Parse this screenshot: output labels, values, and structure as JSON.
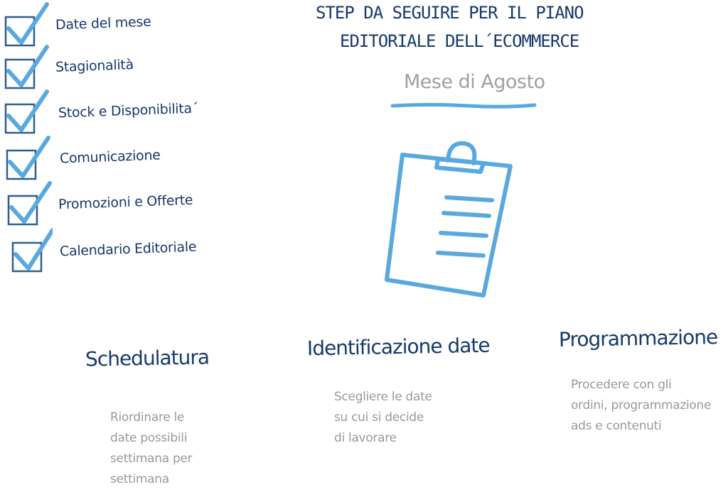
{
  "checklist": [
    {
      "label": "Date del mese"
    },
    {
      "label": "Stagionalità"
    },
    {
      "label": "Stock e Disponibilita´"
    },
    {
      "label": "Comunicazione"
    },
    {
      "label": "Promozioni e Offerte"
    },
    {
      "label": "Calendario Editoriale"
    }
  ],
  "title": {
    "line1": "STEP DA SEGUIRE PER IL PIANO",
    "line2": "EDITORIALE DELL´ECOMMERCE"
  },
  "month_label": "Mese di Agosto",
  "steps": [
    {
      "heading": "Schedulatura",
      "lines": [
        "Riordinare le",
        "date possibili",
        "settimana per",
        "settimana"
      ]
    },
    {
      "heading": "Identificazione date",
      "lines": [
        "Scegliere le date",
        "su cui si decide",
        "di lavorare"
      ]
    },
    {
      "heading": "Programmazione",
      "lines": [
        "Procedere con gli",
        "ordini, programmazione",
        "ads e contenuti"
      ]
    }
  ],
  "colors": {
    "accent_blue": "#5aa9de",
    "navy": "#163a6b",
    "gray": "#9a9a9a"
  },
  "icons": [
    "checkbox-checked-icon",
    "clipboard-icon"
  ]
}
